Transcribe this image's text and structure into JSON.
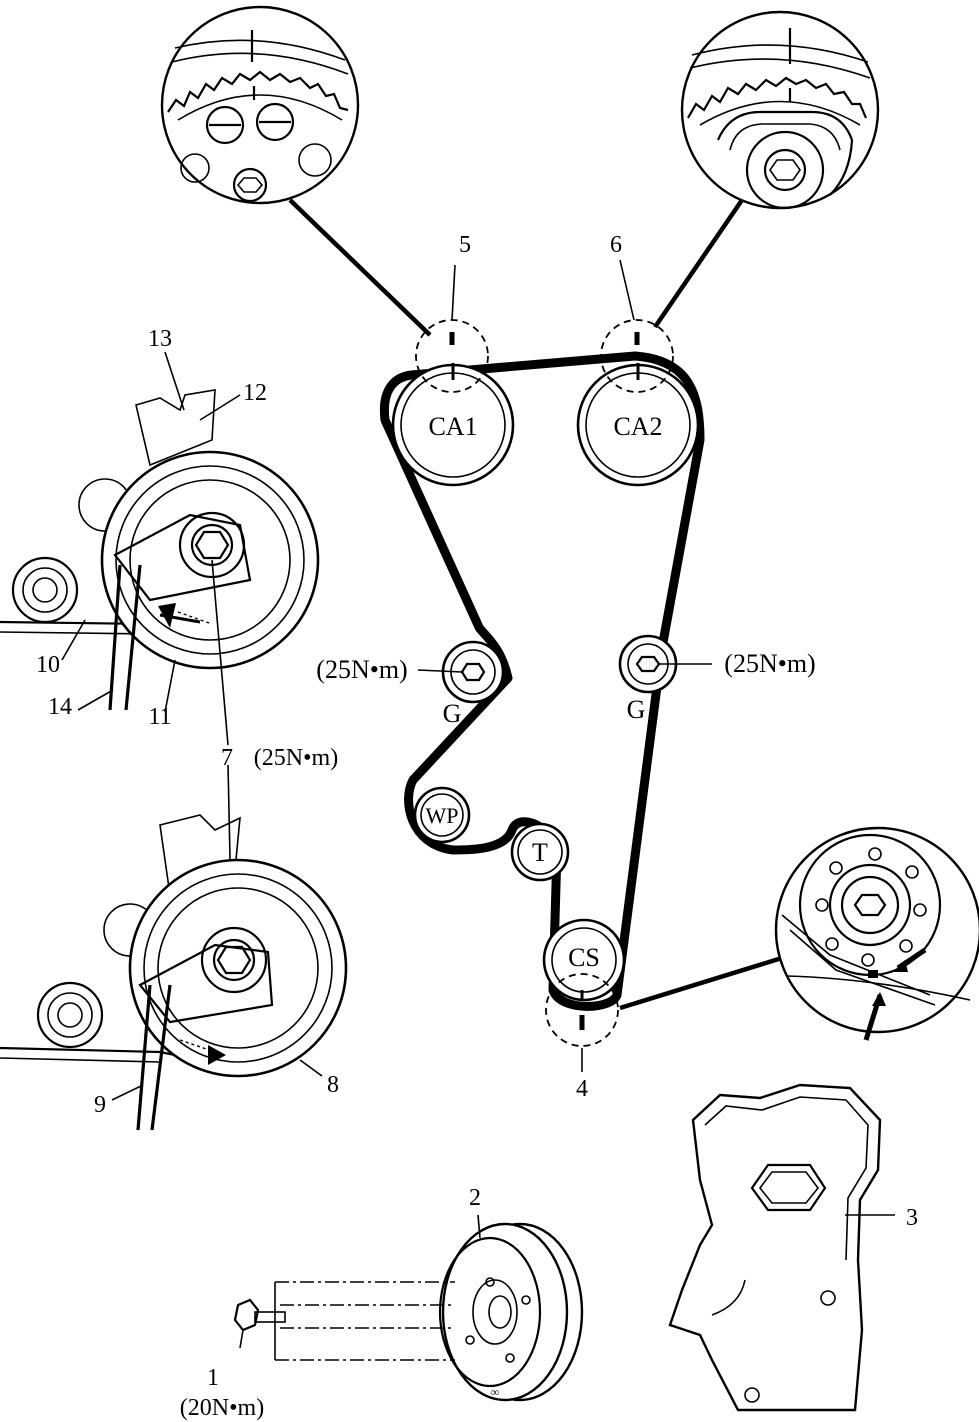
{
  "pulleys": {
    "ca1": "CA1",
    "ca2": "CA2",
    "g_left": "G",
    "g_right": "G",
    "wp": "WP",
    "t": "T",
    "cs": "CS"
  },
  "torques": {
    "g_left": "(25N•m)",
    "g_right": "(25N•m)",
    "tensioner_bolt": "(25N•m)",
    "pulley_bolt": "(20N•m)"
  },
  "callouts": {
    "n1": "1",
    "n2": "2",
    "n3": "3",
    "n4": "4",
    "n5": "5",
    "n6": "6",
    "n7": "7",
    "n8": "8",
    "n9": "9",
    "n10": "10",
    "n11": "11",
    "n12": "12",
    "n13": "13",
    "n14": "14"
  }
}
